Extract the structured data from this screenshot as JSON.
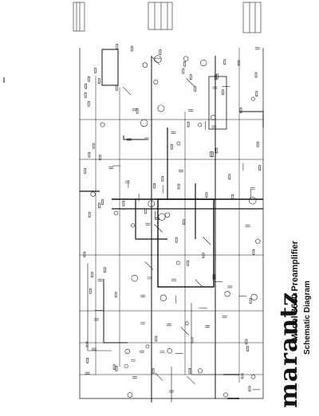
{
  "brand": "marantz",
  "model": "Model 3600 Preamplifier",
  "subtitle": "Schematic Diagram",
  "colors": {
    "ink": "#111111",
    "paper": "#ffffff"
  }
}
